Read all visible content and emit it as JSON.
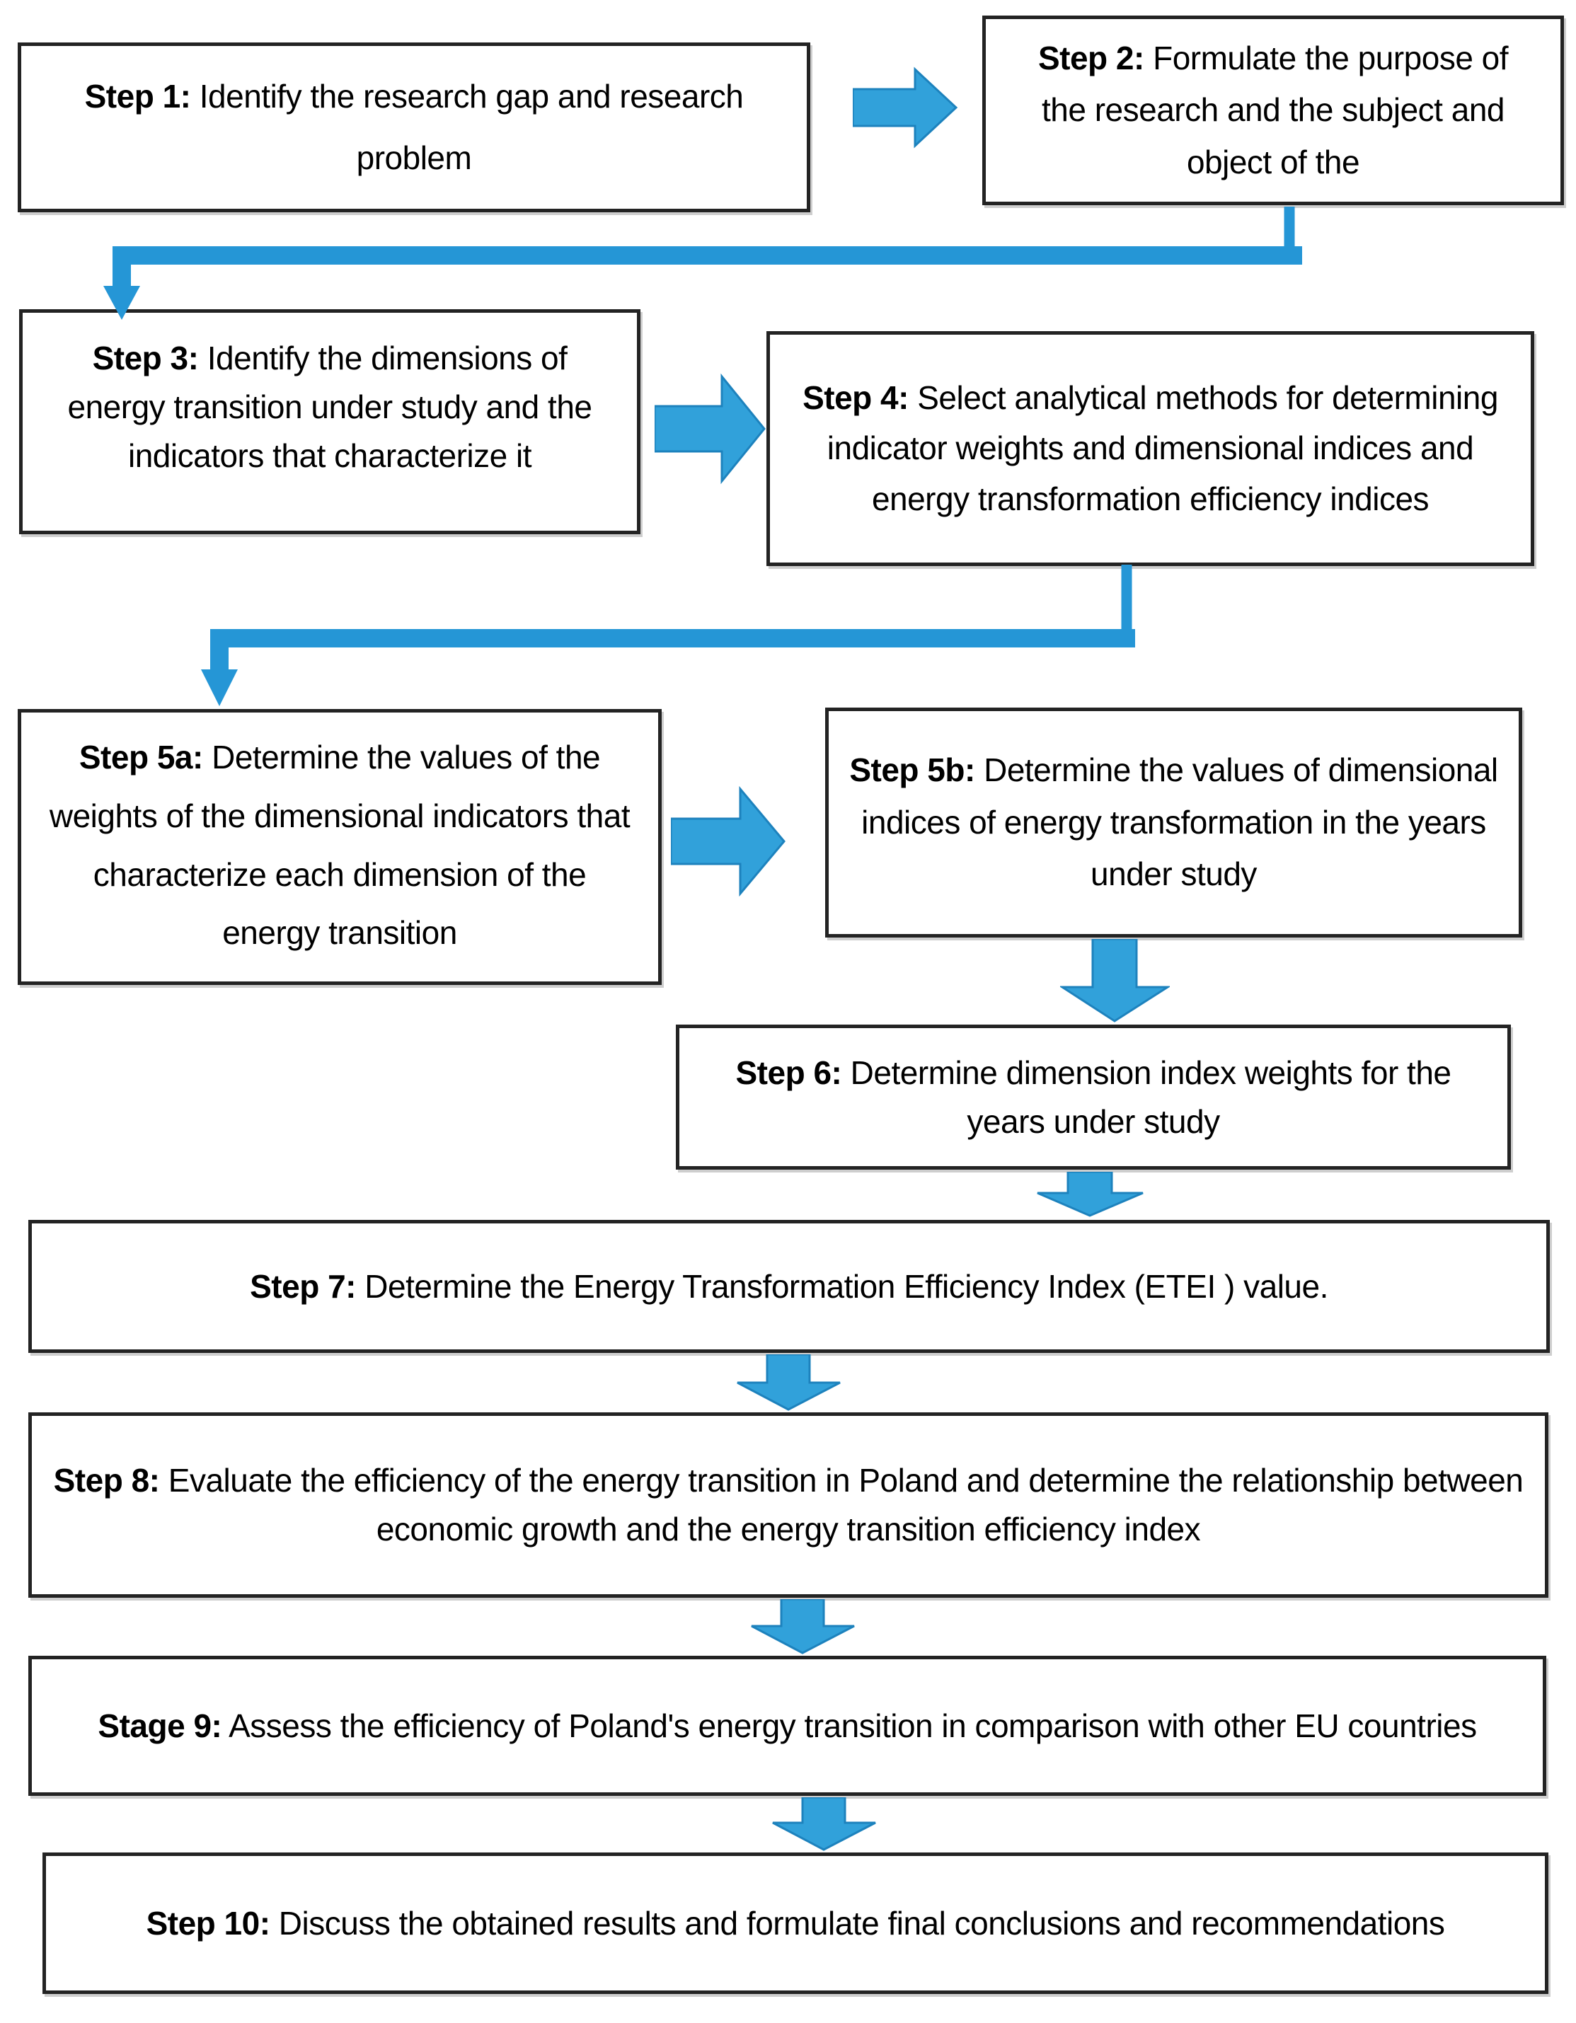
{
  "diagram": {
    "type": "flowchart",
    "steps": [
      {
        "id": "step-1",
        "label": "Step 1:",
        "text": " Identify the research gap and research problem"
      },
      {
        "id": "step-2",
        "label": "Step 2:",
        "text": " Formulate the purpose of the research and the subject and object of the"
      },
      {
        "id": "step-3",
        "label": "Step 3:",
        "text": " Identify the dimensions of energy transition under study and the indicators that characterize it"
      },
      {
        "id": "step-4",
        "label": "Step 4:",
        "text": " Select analytical methods for determining indicator weights and dimensional indices and energy transformation efficiency indices"
      },
      {
        "id": "step-5a",
        "label": "Step 5a:",
        "text": " Determine the values of the weights of the dimensional indicators that characterize each dimension of the energy transition"
      },
      {
        "id": "step-5b",
        "label": "Step 5b:",
        "text": " Determine the values of dimensional indices of energy transformation in the years under study"
      },
      {
        "id": "step-6",
        "label": "Step 6:",
        "text": " Determine dimension index weights for the years under study"
      },
      {
        "id": "step-7",
        "label": "Step 7:",
        "text": " Determine the Energy Transformation Efficiency Index (ETEI ) value."
      },
      {
        "id": "step-8",
        "label": "Step 8:",
        "text": " Evaluate the efficiency of the energy transition in Poland and determine the relationship between economic growth and the energy transition efficiency index"
      },
      {
        "id": "step-9",
        "label": "Stage 9:",
        "text": " Assess the efficiency of Poland's energy transition in comparison with other EU countries"
      },
      {
        "id": "step-10",
        "label": "Step 10:",
        "text": " Discuss the obtained results and formulate final conclusions and recommendations"
      }
    ],
    "edges": [
      {
        "from": "step-1",
        "to": "step-2",
        "type": "block-arrow-right"
      },
      {
        "from": "step-2",
        "to": "step-3",
        "type": "elbow-connector"
      },
      {
        "from": "step-3",
        "to": "step-4",
        "type": "block-arrow-right"
      },
      {
        "from": "step-4",
        "to": "step-5a",
        "type": "elbow-connector"
      },
      {
        "from": "step-5a",
        "to": "step-5b",
        "type": "block-arrow-right"
      },
      {
        "from": "step-5b",
        "to": "step-6",
        "type": "block-arrow-down"
      },
      {
        "from": "step-6",
        "to": "step-7",
        "type": "block-arrow-down"
      },
      {
        "from": "step-7",
        "to": "step-8",
        "type": "block-arrow-down"
      },
      {
        "from": "step-8",
        "to": "step-9",
        "type": "block-arrow-down"
      },
      {
        "from": "step-9",
        "to": "step-10",
        "type": "block-arrow-down"
      }
    ],
    "colors": {
      "arrow_fill": "#31A1DA",
      "arrow_stroke": "#1D82BD",
      "connector": "#2596D6",
      "box_border": "#232323",
      "box_background": "#FFFFFF",
      "text": "#000000",
      "background": "#FFFFFF"
    }
  }
}
